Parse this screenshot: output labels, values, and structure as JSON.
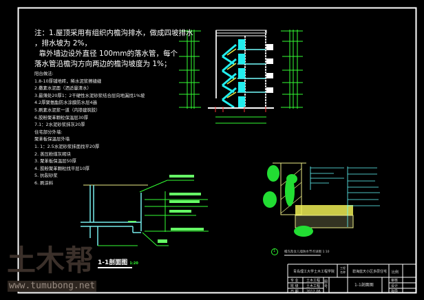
{
  "notes": {
    "main": [
      "注：1.屋顶采用有组织内檐沟排水，做成四坡排水",
      "，排水坡为 2%，",
      "  靠外墙边设外直径 100mm的落水管，每个",
      "落水管沿檐沟方向两边的檐沟坡度为 1%；"
    ],
    "balcony_title": "阳台做法:",
    "balcony": [
      "1.8-10厚铺地砖，稀水泥浆擦缝缝",
      "2.撒素水泥面（洒适量清水）",
      "3.最薄处20厚1：2干硬性水泥砂浆结合层向地漏找1%坡",
      "4.2厚聚氨酯防水涂膜防水层4遍",
      "5.刷素水泥浆一道（内掺建筑胶）",
      "6.胶粉聚苯颗粒保温层30厚",
      "7.1：2水泥砂浆抹灰20厚"
    ],
    "wall_title": "住宅部分外墙:",
    "wall_subtitle": "聚苯板保温层外墙",
    "wall": [
      "1. 1：2.5水泥砂浆抹面找平20厚",
      "2. 蒸压粉煤灰砌块",
      "3. 聚苯板保温层50厚",
      "4. 胶粉聚苯颗粒找平层10厚",
      "5. 抗裂砂浆",
      "6. 刷涂料"
    ]
  },
  "detail_left": {
    "title": "1-1剖面图",
    "scale": "1:20"
  },
  "detail_right": {
    "number": "1",
    "title": "檐沟及女儿墙防水节点详图",
    "scale": "1:10"
  },
  "title_block": {
    "school": "青岛理工大学土木工程学院",
    "project_label": "工程名称",
    "project": "碧海蓝天小区多层住宅",
    "scale_label": "比例",
    "drawing": "1-1剖面图",
    "rows": [
      "专 业",
      "班 级",
      "日 期"
    ],
    "row_values": [
      "土木工程",
      "土木工程",
      "2012.06"
    ],
    "sheet_label": "图 号",
    "side_labels": [
      "审核",
      "设计",
      "指导"
    ]
  },
  "watermark": {
    "logo": "土木帮",
    "url": "www.tumubong.net"
  },
  "colors": {
    "frame": "#ffffff",
    "green": "#00ff00",
    "cyan": "#00ffff",
    "yellow": "#ffff66",
    "bg": "#000000"
  }
}
